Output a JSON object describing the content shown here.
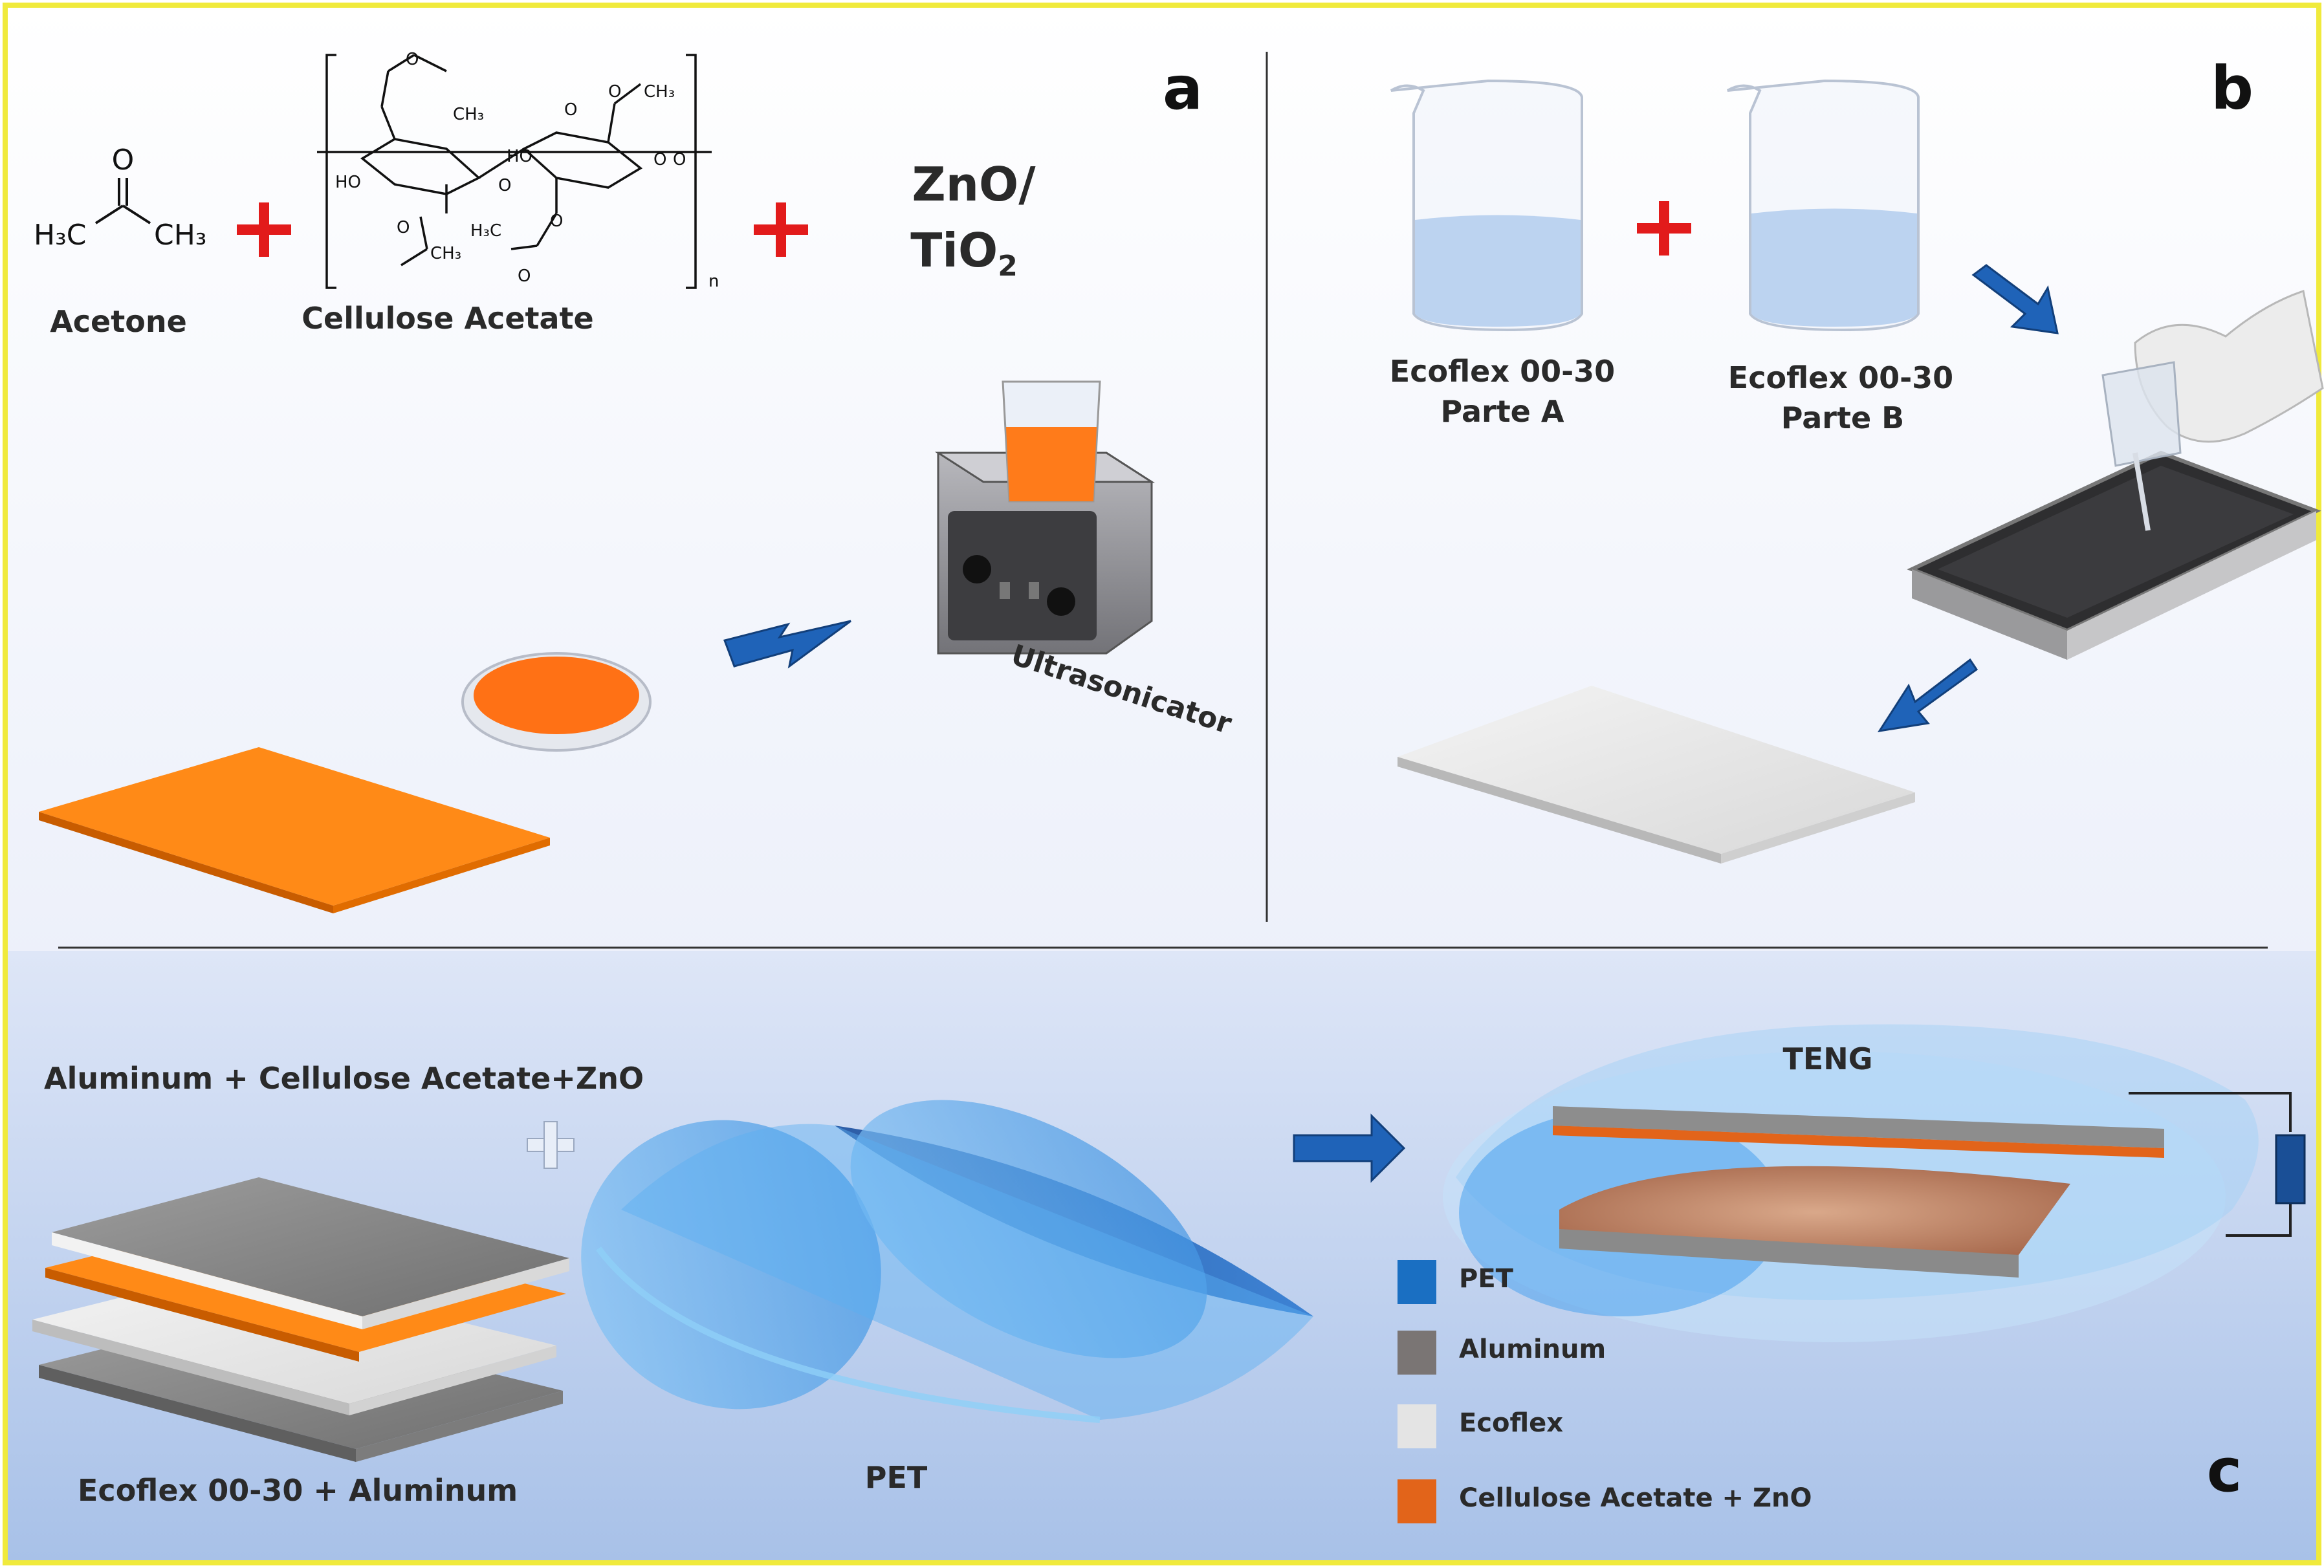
{
  "panels": {
    "a": {
      "letter": "a",
      "acetone": {
        "o": "O",
        "left": "H₃C",
        "right": "CH₃",
        "name": "Acetone"
      },
      "cellulose": {
        "name": "Cellulose Acetate",
        "subscript": "n",
        "labels": [
          "O",
          "CH₃",
          "HO",
          "HO",
          "O",
          "CH₃",
          "O",
          "O",
          "O",
          "H₃C",
          "CH₃",
          "O",
          "O",
          "O",
          "O"
        ]
      },
      "oxide": {
        "line1": "ZnO/",
        "line2": "TiO",
        "sub": "2"
      },
      "ultrasonicator": "Ultrasonicator"
    },
    "b": {
      "letter": "b",
      "beaker_a": {
        "line1": "Ecoflex 00-30",
        "line2": "Parte A"
      },
      "beaker_b": {
        "line1": "Ecoflex 00-30",
        "line2": "Parte B"
      }
    },
    "c": {
      "letter": "c",
      "stack_top_label": "Aluminum + Cellulose Acetate+ZnO",
      "stack_bottom_label": "Ecoflex 00-30 + Aluminum",
      "pet_label": "PET",
      "teng_label": "TENG",
      "legend": [
        {
          "label": "PET",
          "color": "#1a6fc2"
        },
        {
          "label": "Aluminum",
          "color": "#7a7574"
        },
        {
          "label": "Ecoflex",
          "color": "#e4e4e4"
        },
        {
          "label": "Cellulose Acetate + ZnO",
          "color": "#e2641a"
        }
      ]
    }
  },
  "colors": {
    "frame": "#f0ea3c",
    "plus": "#e21b1b",
    "arrow": "#1f63b8",
    "orange": "#ff8a17",
    "orange_dark": "#c85c00",
    "aluminum": "#8e8e8e",
    "pet": "#4aa3ef",
    "liquid": "#bdd6f2"
  }
}
